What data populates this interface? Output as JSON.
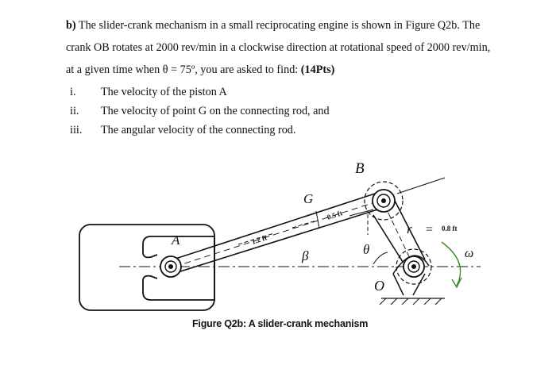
{
  "question": {
    "part_label": "b)",
    "lines": [
      " The slider-crank mechanism in a small reciprocating engine is shown in Figure Q2b. The",
      "crank OB rotates at 2000 rev/min in a clockwise direction at rotational speed of 2000 rev/min,"
    ],
    "line3_text": "at a given time when θ = 75º, you are asked to find: ",
    "marks": "(14Pts)",
    "items": [
      {
        "num": "i.",
        "text": "The velocity of the piston A"
      },
      {
        "num": "ii.",
        "text": "The velocity of point G on the connecting rod, and"
      },
      {
        "num": "iii.",
        "text": "The angular velocity of the connecting rod."
      }
    ]
  },
  "figure": {
    "caption": "Figure Q2b: A slider-crank mechanism",
    "labels": {
      "A": "A",
      "B": "B",
      "G": "G",
      "O": "O",
      "beta": "β",
      "theta": "θ",
      "r": "r",
      "equals": "=",
      "omega": "ω"
    },
    "dimensions": {
      "rod_length": "1.2 ft",
      "bg_length": "0.5 ft",
      "crank_length": "0.8 ft"
    },
    "colors": {
      "line": "#111111",
      "omega_arrow": "#3a8a2a"
    }
  }
}
